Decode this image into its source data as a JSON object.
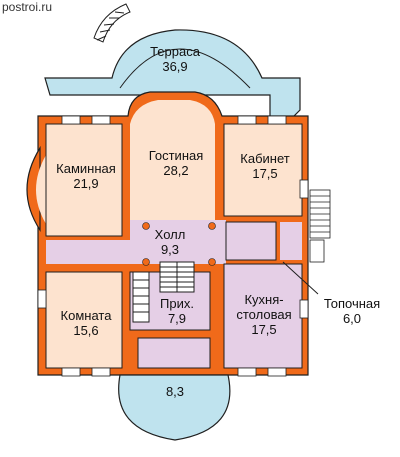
{
  "watermark": "postroi.ru",
  "colors": {
    "wall": "#f06a1a",
    "terrace": "#bfe3ee",
    "living": "#fde3cf",
    "service": "#e5cfe6",
    "line": "#1f1f1f"
  },
  "rooms": {
    "terrace": {
      "name": "Терраса",
      "area": "36,9"
    },
    "fireplace": {
      "name": "Каминная",
      "area": "21,9"
    },
    "living": {
      "name": "Гостиная",
      "area": "28,2"
    },
    "study": {
      "name": "Кабинет",
      "area": "17,5"
    },
    "hall": {
      "name": "Холл",
      "area": "9,3"
    },
    "room": {
      "name": "Комната",
      "area": "15,6"
    },
    "entry": {
      "name": "Прих.",
      "area": "7,9"
    },
    "kitchen": {
      "name_line1": "Кухня-",
      "name_line2": "столовая",
      "area": "17,5"
    },
    "boiler": {
      "name": "Топочная",
      "area": "6,0"
    },
    "porch": {
      "area": "8,3"
    }
  }
}
